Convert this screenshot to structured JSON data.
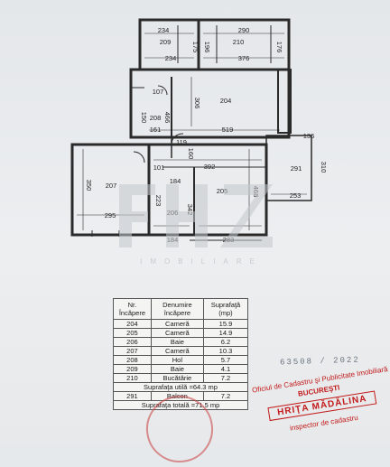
{
  "plan": {
    "dimensions": {
      "d234_top": "234",
      "d290_top": "290",
      "d175": "175",
      "d196": "196",
      "d176": "176",
      "d234_mid": "234",
      "d376": "376",
      "d107": "107",
      "d306": "306",
      "d150": "150",
      "d466": "466",
      "d161": "161",
      "d519": "519",
      "d136": "136",
      "d119": "119",
      "d160": "160",
      "d392": "392",
      "d101": "101",
      "d184_top": "184",
      "d350": "350",
      "d310": "310",
      "d468": "468",
      "d253": "253",
      "d295": "295",
      "d223": "223",
      "d342": "342",
      "d184_bot": "184",
      "d283": "283"
    },
    "rooms": {
      "r209": "209",
      "r210": "210",
      "r204": "204",
      "r208": "208",
      "r207": "207",
      "r205": "205",
      "r206": "206",
      "r291": "291"
    }
  },
  "watermark": {
    "caption": "IMOBILIARE"
  },
  "table": {
    "headers": [
      "Nr. Încăpere",
      "Denumire încăpere",
      "Suprafaţă (mp)"
    ],
    "rows": [
      {
        "nr": "204",
        "name": "Cameră",
        "area": "15.9"
      },
      {
        "nr": "205",
        "name": "Cameră",
        "area": "14.9"
      },
      {
        "nr": "206",
        "name": "Baie",
        "area": "6.2"
      },
      {
        "nr": "207",
        "name": "Cameră",
        "area": "10.3"
      },
      {
        "nr": "208",
        "name": "Hol",
        "area": "5.7"
      },
      {
        "nr": "209",
        "name": "Baie",
        "area": "4.1"
      },
      {
        "nr": "210",
        "name": "Bucătărie",
        "area": "7.2"
      }
    ],
    "useful_total": "Suprafaţa utilă =64.3 mp",
    "balcony": {
      "nr": "291",
      "name": "Balcon",
      "area": "7.2"
    },
    "grand_total": "Suprafaţa totală =71.5 mp"
  },
  "stamps": {
    "registration_number": "63508 / 2022",
    "office_line1": "Oficiul de Cadastru şi Publicitate Imobiliară",
    "office_line2": "BUCUREŞTI",
    "inspector_name": "HRIŢA MĂDĂLINA",
    "inspector_role": "inspector de cadastru"
  }
}
